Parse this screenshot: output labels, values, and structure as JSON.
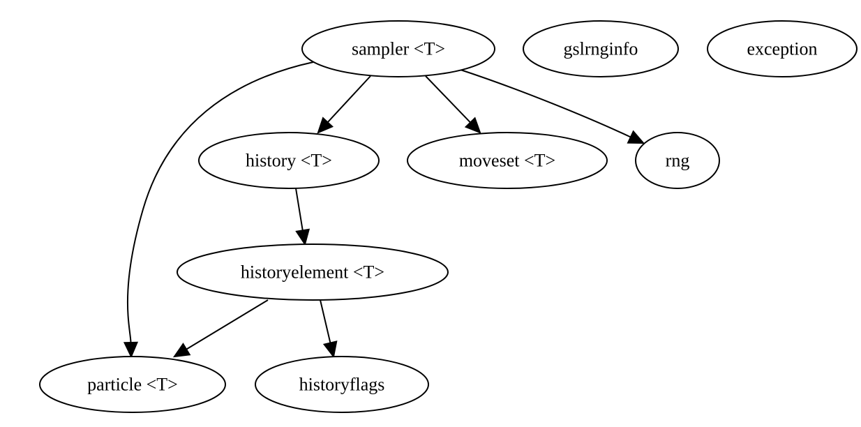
{
  "diagram": {
    "type": "directed-graph",
    "nodes": [
      {
        "id": "sampler",
        "label": "sampler <T>"
      },
      {
        "id": "gslrnginfo",
        "label": "gslrnginfo"
      },
      {
        "id": "exception",
        "label": "exception"
      },
      {
        "id": "history",
        "label": "history <T>"
      },
      {
        "id": "moveset",
        "label": "moveset <T>"
      },
      {
        "id": "rng",
        "label": "rng"
      },
      {
        "id": "historyelement",
        "label": "historyelement <T>"
      },
      {
        "id": "particle",
        "label": "particle <T>"
      },
      {
        "id": "historyflags",
        "label": "historyflags"
      }
    ],
    "edges": [
      {
        "from": "sampler",
        "to": "history"
      },
      {
        "from": "sampler",
        "to": "moveset"
      },
      {
        "from": "sampler",
        "to": "rng"
      },
      {
        "from": "sampler",
        "to": "particle"
      },
      {
        "from": "history",
        "to": "historyelement"
      },
      {
        "from": "historyelement",
        "to": "particle"
      },
      {
        "from": "historyelement",
        "to": "historyflags"
      }
    ]
  }
}
